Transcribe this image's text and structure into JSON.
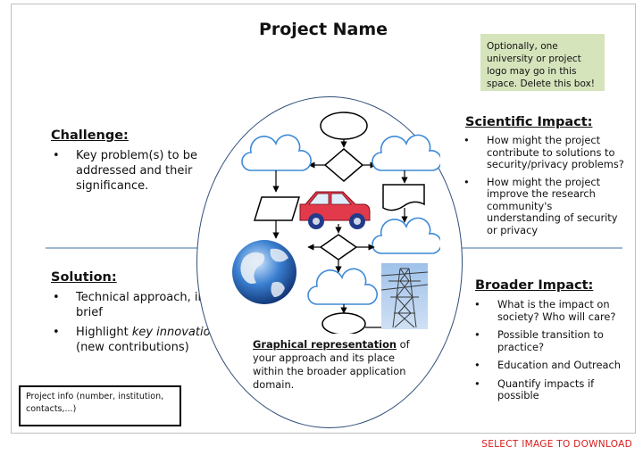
{
  "title": "Project Name",
  "logo_note": "Optionally, one university or project logo may go in this space. Delete this box!",
  "challenge": {
    "heading": "Challenge:",
    "items": [
      "Key problem(s) to be addressed and their significance."
    ]
  },
  "solution": {
    "heading": "Solution:",
    "item1": "Technical approach, in brief",
    "item2_pre": "Highlight ",
    "item2_em": "key innovations",
    "item2_post": " (new contributions)"
  },
  "scientific_impact": {
    "heading": "Scientific Impact:",
    "items": [
      "How might the project contribute to solutions to security/privacy problems?",
      "How might the project improve the research community's understanding of security or privacy"
    ]
  },
  "broader_impact": {
    "heading": "Broader Impact:",
    "items": [
      "What is the impact on society? Who will care?",
      "Possible transition to practice?",
      "Education and Outreach",
      "Quantify impacts if possible"
    ]
  },
  "caption": {
    "lead": "Graphical representation",
    "rest": " of your approach and its place within the broader application domain."
  },
  "project_info": "Project info (number, institution, contacts,...)",
  "footer_link": "SELECT IMAGE TO DOWNLOAD",
  "colors": {
    "cloud_stroke": "#3d8ad6",
    "logo_box": "#d6e4bc",
    "divider": "#9fb6cf",
    "footer_link": "#d81c1c"
  }
}
